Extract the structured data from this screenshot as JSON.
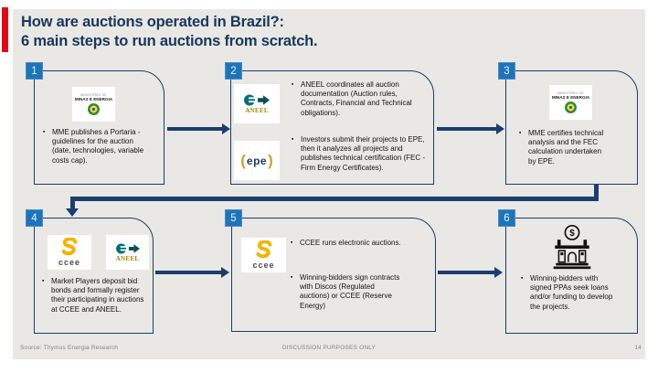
{
  "page": {
    "title_line1": "How are auctions operated in Brazil?:",
    "title_line2": "6 main steps to run auctions from scratch.",
    "bullet_char": "▪",
    "footer": {
      "source": "Source: Thymos Energia Research",
      "center": "DISCUSSION PURPOSES ONLY",
      "page_number": "14"
    }
  },
  "logos": {
    "mme_line1": "MINISTÉRIO DE",
    "mme_line2": "MINAS E ENERGIA",
    "aneel_label": "ANEEL",
    "epe_label": "epe",
    "epe_paren_left": "(",
    "epe_paren_right": ")",
    "ccee_label": "ccee",
    "bank_dollar": "$"
  },
  "steps": [
    {
      "number": "1",
      "bullets": [
        "MME publishes a Portaria - guidelines for the auction (date, technologies, variable costs cap)."
      ]
    },
    {
      "number": "2",
      "bullets": [
        "ANEEL coordinates all auction documentation (Auction rules, Contracts, Financial and Technical obligations).",
        "Investors submit their projects to EPE, then it analyzes all projects and publishes technical certification (FEC - Firm Energy Certificates)."
      ]
    },
    {
      "number": "3",
      "bullets": [
        "MME certifies technical analysis and the FEC calculation undertaken by EPE."
      ]
    },
    {
      "number": "4",
      "bullets": [
        "Market Players deposit bid bonds and formally register their participating in auctions at CCEE and ANEEL."
      ]
    },
    {
      "number": "5",
      "bullets": [
        "CCEE runs electronic auctions.",
        "Winning-bidders sign contracts with Discos (Regulated auctions) or CCEE (Reserve Energy)"
      ]
    },
    {
      "number": "6",
      "bullets": [
        "Winning-bidders with signed PPAs seek loans and/or funding to develop the projects."
      ]
    }
  ],
  "colors": {
    "accent_red": "#e30613",
    "navy": "#17375d",
    "badge_blue": "#1d74bb",
    "slide_bg": "#e9e8e4",
    "aneel_teal": "#006d7a",
    "gold": "#f2b400"
  }
}
